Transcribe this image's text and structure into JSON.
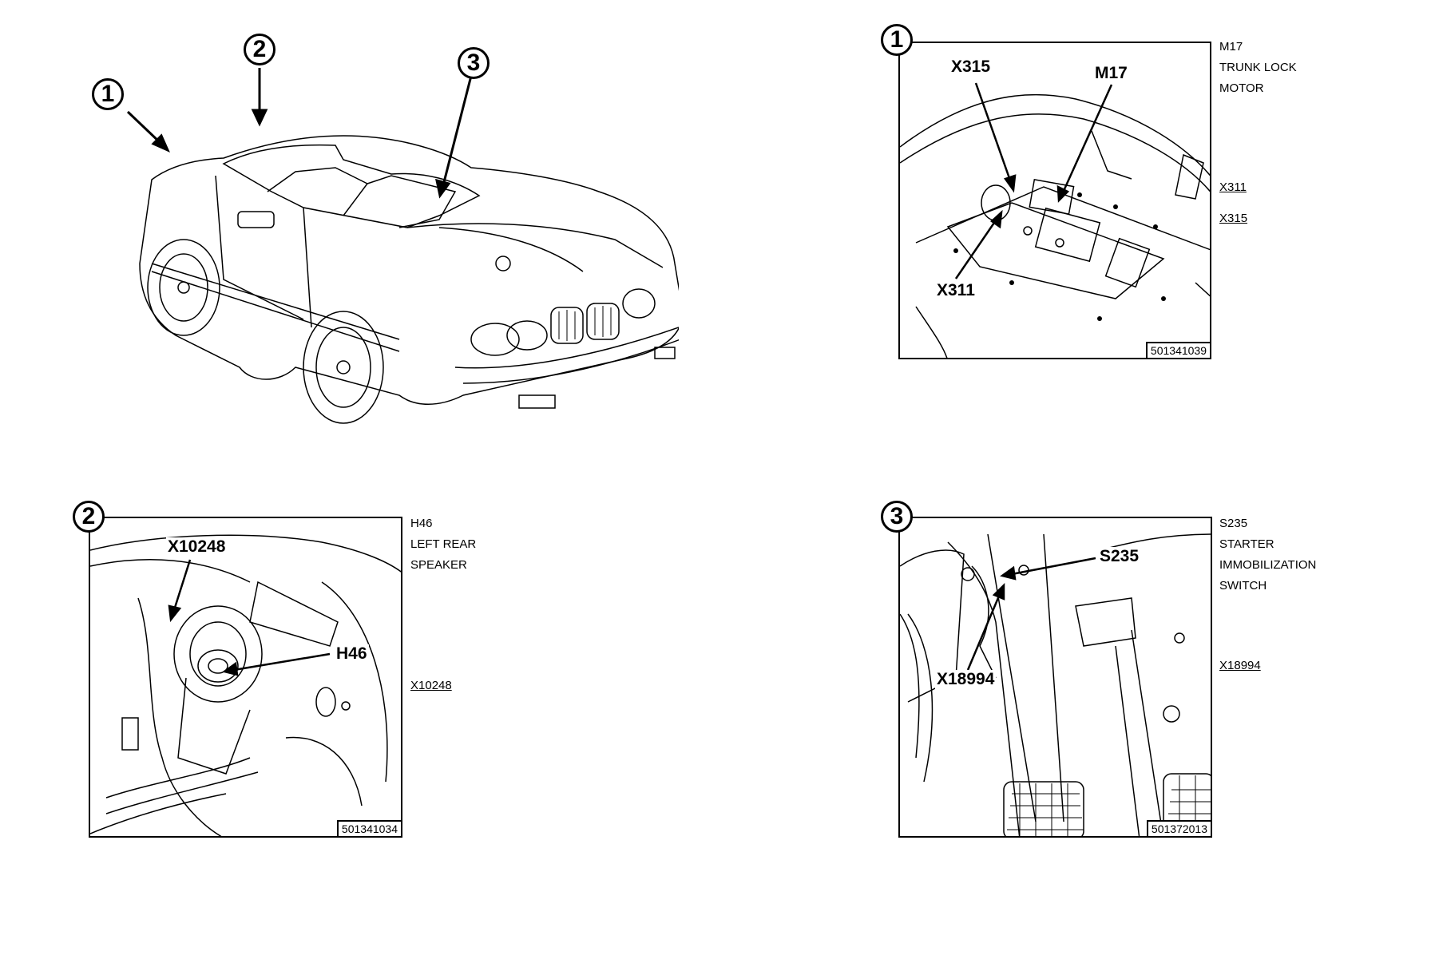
{
  "overview": {
    "callouts": [
      "1",
      "2",
      "3"
    ]
  },
  "panels": [
    {
      "id": "1",
      "labels": [
        "X315",
        "M17",
        "X311"
      ],
      "ref": "501341039",
      "description": "M17\nTRUNK LOCK\nMOTOR",
      "connectors": [
        "X311",
        "X315"
      ]
    },
    {
      "id": "2",
      "labels": [
        "X10248",
        "H46"
      ],
      "ref": "501341034",
      "description": "H46\nLEFT REAR\nSPEAKER",
      "connectors": [
        "X10248"
      ]
    },
    {
      "id": "3",
      "labels": [
        "S235",
        "X18994"
      ],
      "ref": "501372013",
      "description": "S235\nSTARTER\nIMMOBILIZATION\nSWITCH",
      "connectors": [
        "X18994"
      ]
    }
  ]
}
